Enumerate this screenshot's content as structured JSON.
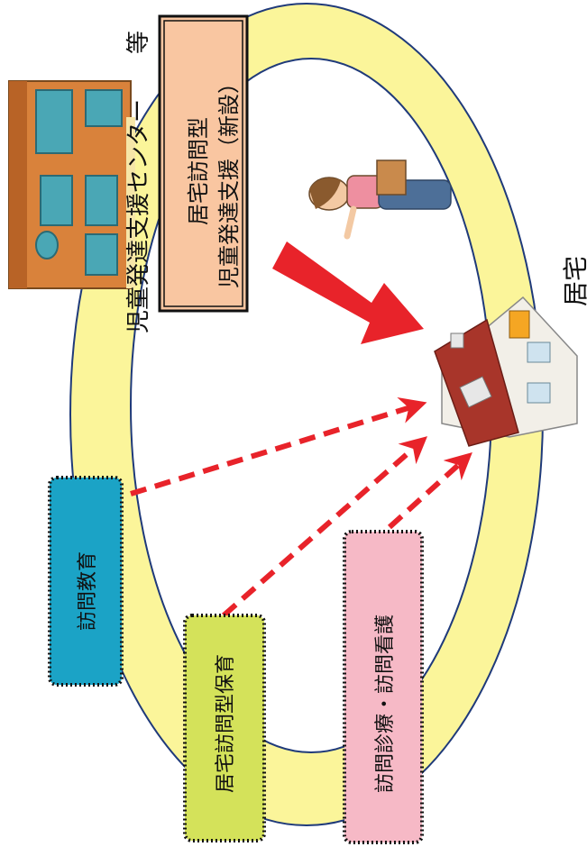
{
  "center": {
    "label_top": "児童発達支援センター",
    "label_suffix": "等",
    "service_box_line1": "居宅訪問型",
    "service_box_line2": "児童発達支援（新設）"
  },
  "home": {
    "label": "居宅"
  },
  "boxes": [
    {
      "label": "訪問教育"
    },
    {
      "label": "居宅訪問型保育"
    },
    {
      "label": "訪問診療・訪問看護"
    }
  ],
  "colors": {
    "ring_fill": "#fbf59a",
    "ring_stroke": "#1f3a7a",
    "service_box": "#f9c6a1",
    "box_education": "#1ba3c6",
    "box_nursery": "#d4e25a",
    "box_medical": "#f6b9c6",
    "arrow": "#e8232a"
  },
  "icons": {
    "center_building": "building-icon",
    "visitor": "delivery-person-icon",
    "home": "house-icon",
    "main_arrow": "big-arrow-icon"
  }
}
